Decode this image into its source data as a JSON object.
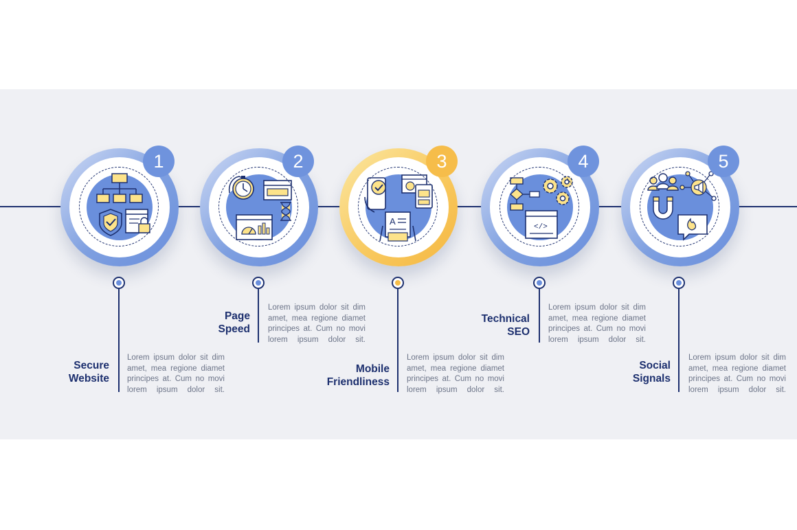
{
  "steps": [
    {
      "number": "1",
      "title_lines": [
        "Secure",
        "Website"
      ],
      "description": "Lorem ipsum dolor sit dim amet, mea regione diamet principes at. Cum no movi lorem ipsum dolor sit.",
      "icon": "secure-website-icon"
    },
    {
      "number": "2",
      "title_lines": [
        "Page",
        "Speed"
      ],
      "description": "Lorem ipsum dolor sit dim amet, mea regione diamet principes at. Cum no movi lorem ipsum dolor sit.",
      "icon": "page-speed-icon"
    },
    {
      "number": "3",
      "title_lines": [
        "Mobile",
        "Friendliness"
      ],
      "description": "Lorem ipsum dolor sit dim amet, mea regione diamet principes at. Cum no movi lorem ipsum dolor sit.",
      "icon": "mobile-friendliness-icon"
    },
    {
      "number": "4",
      "title_lines": [
        "Technical",
        "SEO"
      ],
      "description": "Lorem ipsum dolor sit dim amet, mea regione diamet principes at. Cum no movi lorem ipsum dolor sit.",
      "icon": "technical-seo-icon"
    },
    {
      "number": "5",
      "title_lines": [
        "Social",
        "Signals"
      ],
      "description": "Lorem ipsum dolor sit dim amet, mea regione diamet principes at. Cum no movi lorem ipsum dolor sit.",
      "icon": "social-signals-icon"
    }
  ],
  "colors": {
    "navy": "#1c2f6e",
    "blue_accent": "#6f93dd",
    "gold_accent": "#f6bd4a",
    "icon_fill_blue": "#6a8fdc",
    "icon_fill_yellow": "#fde38a",
    "background": "#eff0f4"
  }
}
